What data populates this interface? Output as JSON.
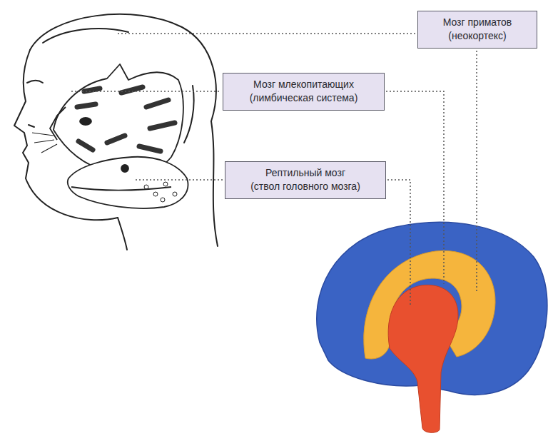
{
  "diagram": {
    "nodes": [
      {
        "text": [
          "Мозг приматов",
          "(неокортекс)"
        ]
      },
      {
        "text": [
          "Мозг млекопитающих",
          "(лимбическая система)"
        ]
      },
      {
        "text": [
          "Рептильный мозг",
          "(ствол головного мозга)"
        ]
      }
    ]
  }
}
